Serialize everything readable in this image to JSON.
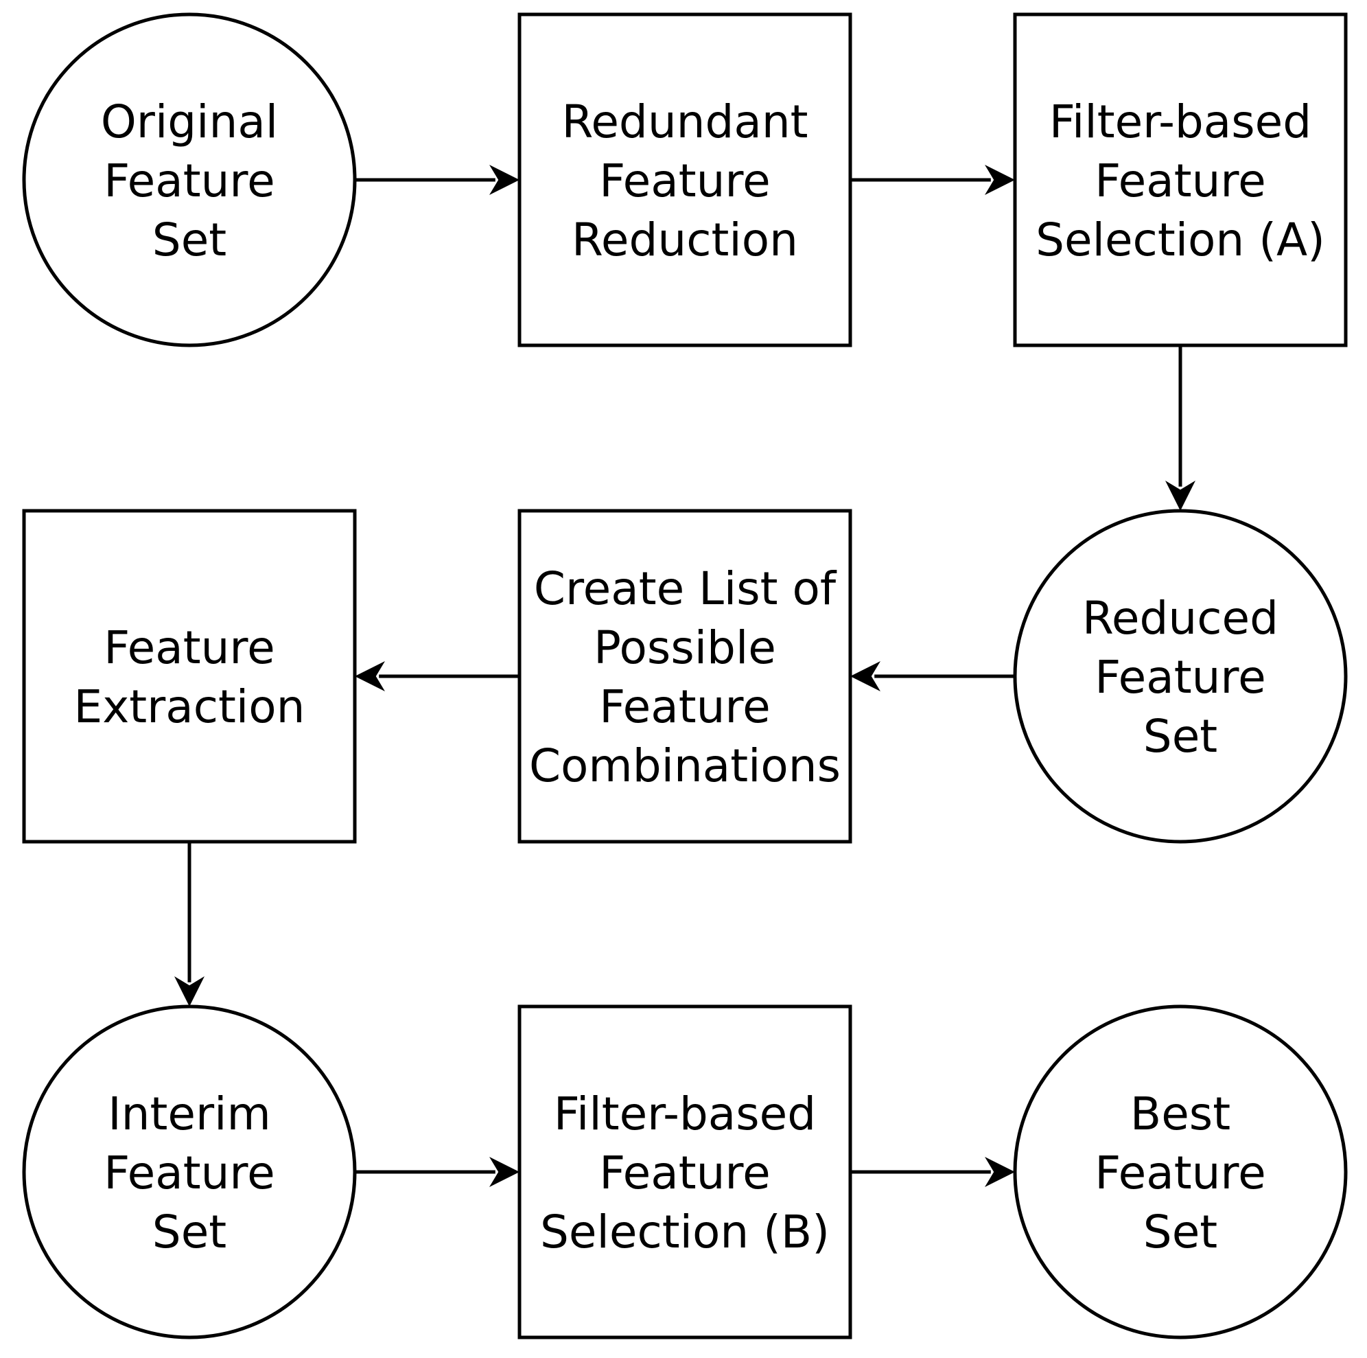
{
  "nodes": [
    {
      "id": "original",
      "shape": "circle",
      "lines": [
        "Original",
        "Feature",
        "Set"
      ]
    },
    {
      "id": "redundant",
      "shape": "rect",
      "lines": [
        "Redundant",
        "Feature",
        "Reduction"
      ]
    },
    {
      "id": "filter_a",
      "shape": "rect",
      "lines": [
        "Filter-based",
        "Feature",
        "Selection (A)"
      ]
    },
    {
      "id": "reduced",
      "shape": "circle",
      "lines": [
        "Reduced",
        "Feature",
        "Set"
      ]
    },
    {
      "id": "combinations",
      "shape": "rect",
      "lines": [
        "Create List of",
        "Possible",
        "Feature",
        "Combinations"
      ]
    },
    {
      "id": "extraction",
      "shape": "rect",
      "lines": [
        "Feature",
        "Extraction"
      ]
    },
    {
      "id": "interim",
      "shape": "circle",
      "lines": [
        "Interim",
        "Feature",
        "Set"
      ]
    },
    {
      "id": "filter_b",
      "shape": "rect",
      "lines": [
        "Filter-based",
        "Feature",
        "Selection (B)"
      ]
    },
    {
      "id": "best",
      "shape": "circle",
      "lines": [
        "Best",
        "Feature",
        "Set"
      ]
    }
  ],
  "edges": [
    {
      "from": "original",
      "to": "redundant"
    },
    {
      "from": "redundant",
      "to": "filter_a"
    },
    {
      "from": "filter_a",
      "to": "reduced"
    },
    {
      "from": "reduced",
      "to": "combinations"
    },
    {
      "from": "combinations",
      "to": "extraction"
    },
    {
      "from": "extraction",
      "to": "interim"
    },
    {
      "from": "interim",
      "to": "filter_b"
    },
    {
      "from": "filter_b",
      "to": "best"
    }
  ],
  "colors": {
    "stroke": "#000000",
    "fill": "#ffffff",
    "text": "#000000"
  }
}
